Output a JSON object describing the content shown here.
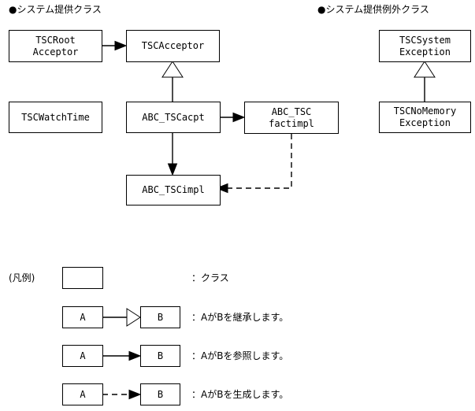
{
  "headers": {
    "left": "●システム提供クラス",
    "right": "●システム提供例外クラス"
  },
  "classes": {
    "tscroot_acceptor": {
      "line1": "TSCRoot",
      "line2": "Acceptor"
    },
    "tscacceptor": {
      "line1": "TSCAcceptor",
      "line2": ""
    },
    "tscwatchtime": {
      "line1": "TSCWatchTime",
      "line2": ""
    },
    "abc_tscacpt": {
      "line1": "ABC_TSCacpt",
      "line2": ""
    },
    "abc_tscfactimpl": {
      "line1": "ABC_TSC",
      "line2": "factimpl"
    },
    "abc_tscimpl": {
      "line1": "ABC_TSCimpl",
      "line2": ""
    },
    "tscsystem_exception": {
      "line1": "TSCSystem",
      "line2": "Exception"
    },
    "tscnomemory_exception": {
      "line1": "TSCNoMemory",
      "line2": "Exception"
    }
  },
  "legend": {
    "title": "(凡例)",
    "rows": [
      {
        "box_a": "",
        "box_b": "",
        "text": "：クラス",
        "relation": "class"
      },
      {
        "box_a": "A",
        "box_b": "B",
        "text": "：AがBを継承します。",
        "relation": "inherit"
      },
      {
        "box_a": "A",
        "box_b": "B",
        "text": "：AがBを参照します。",
        "relation": "reference"
      },
      {
        "box_a": "A",
        "box_b": "B",
        "text": "：AがBを生成します。",
        "relation": "create"
      }
    ]
  },
  "colors": {
    "stroke": "#000000",
    "background": "#ffffff",
    "fill": "#ffffff"
  }
}
